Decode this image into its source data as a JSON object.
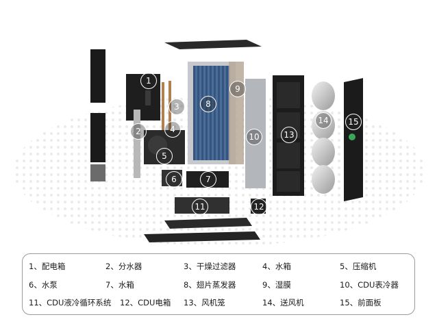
{
  "callouts": [
    "1",
    "2",
    "3",
    "4",
    "5",
    "6",
    "7",
    "8",
    "9",
    "10",
    "11",
    "12",
    "13",
    "14",
    "15"
  ],
  "legend": [
    "1、配电箱",
    "2、分水器",
    "3、干燥过滤器",
    "4、水箱",
    "5、压缩机",
    "6、水泵",
    "7、水箱",
    "8、翅片蒸发器",
    "9、湿膜",
    "10、CDU表冷器",
    "11、CDU液冷循环系统",
    "12、CDU电箱",
    "13、风机笼",
    "14、送风机",
    "15、前面板"
  ],
  "colors": {
    "panel_dark": "#1c1c1c",
    "coil_blue": "#3d5f8c",
    "frame_gray": "#9aa0a6",
    "legend_border": "#9a9a9a",
    "dot_pattern": "#e3e3e3"
  }
}
